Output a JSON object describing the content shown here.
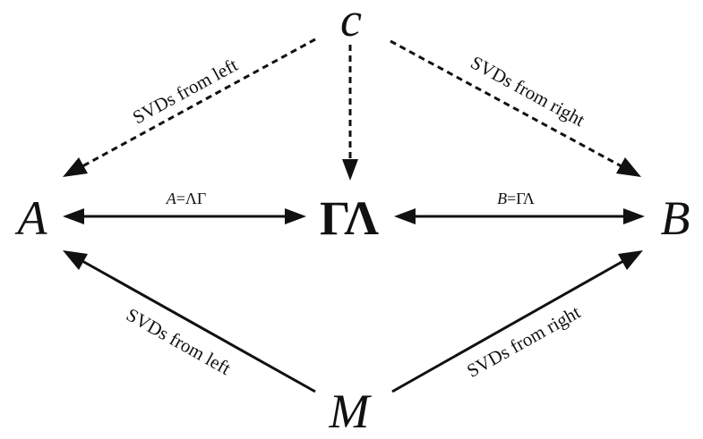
{
  "nodes": {
    "c": "c",
    "a": "A",
    "gamma_lambda": "ΓΛ",
    "b": "B",
    "m": "M"
  },
  "edges": {
    "c_to_a": "SVDs from left",
    "c_to_b": "SVDs from right",
    "m_to_a": "SVDs from left",
    "m_to_b": "SVDs from right"
  },
  "equations": {
    "a_eq": {
      "var": "A",
      "rhs": "=ΛΓ"
    },
    "b_eq": {
      "var": "B",
      "rhs": "=ΓΛ"
    }
  }
}
